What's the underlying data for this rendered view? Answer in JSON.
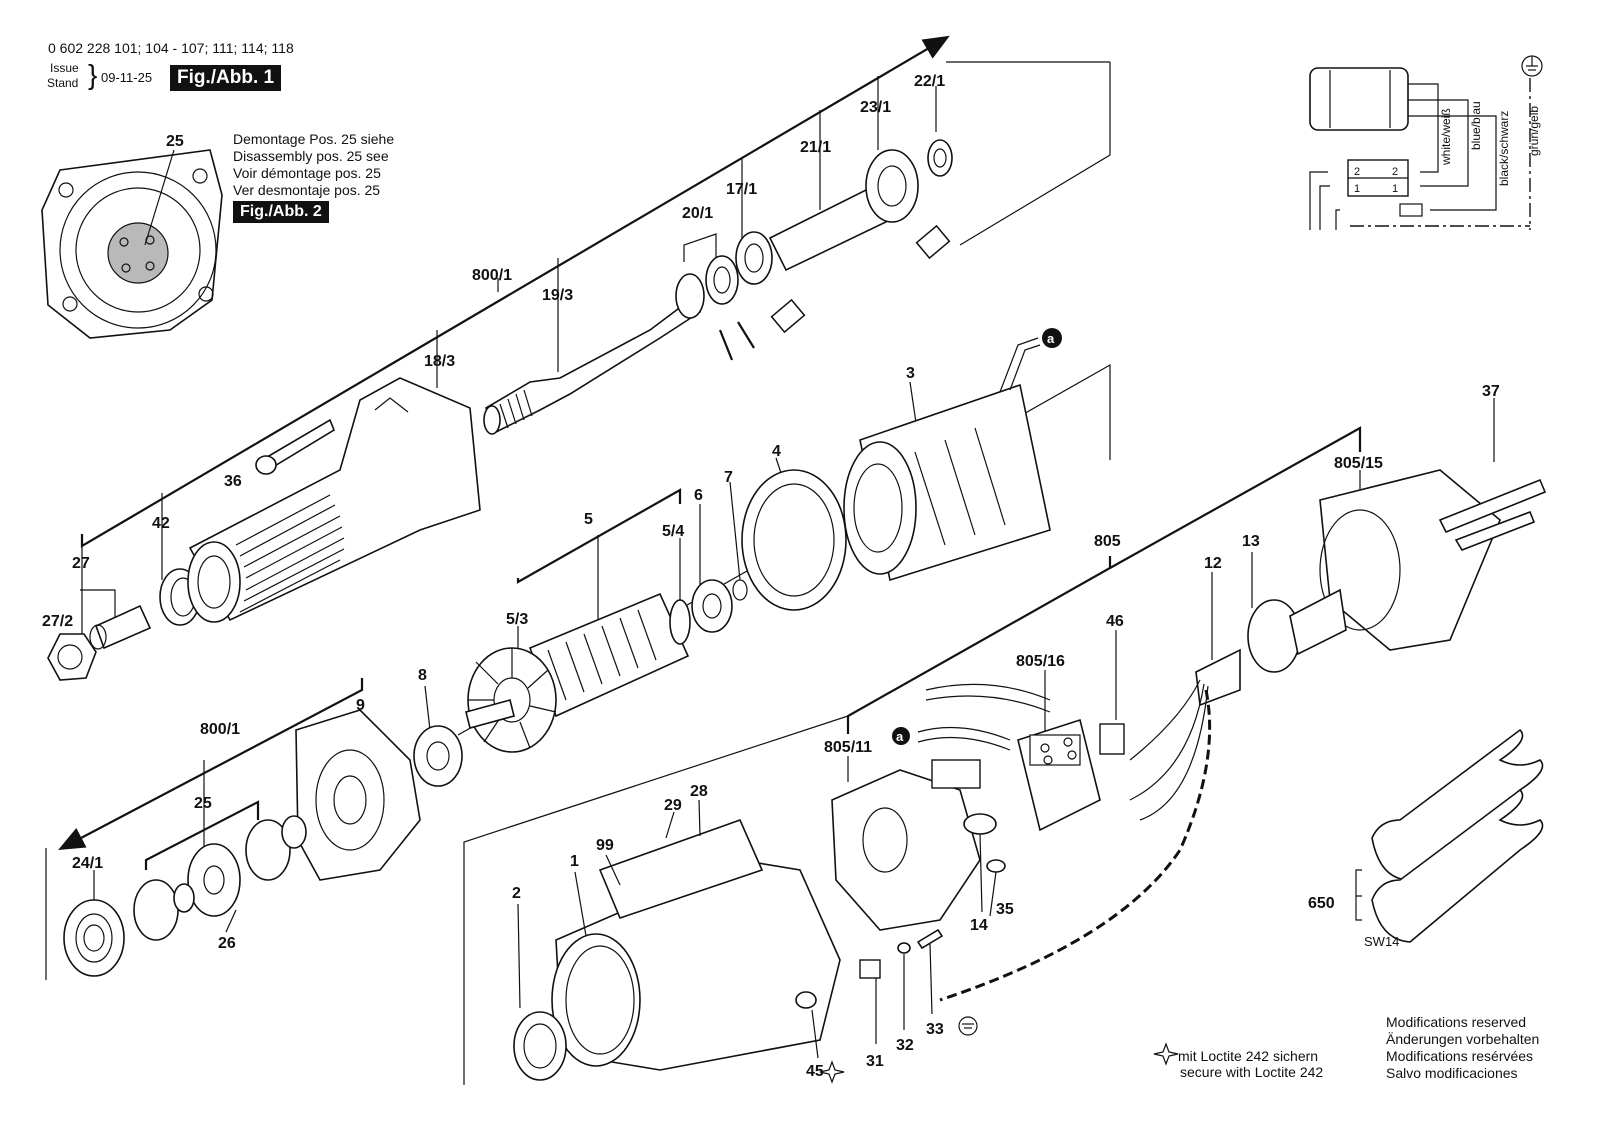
{
  "header": {
    "part_numbers": "0 602 228 101; 104 - 107; 111; 114; 118",
    "issue_label": "Issue",
    "stand_label": "Stand",
    "date": "09-11-25",
    "fig_label": "Fig./Abb. 1"
  },
  "detail_note": {
    "lines": [
      "Demontage Pos. 25 siehe",
      "Disassembly pos. 25 see",
      "Voir démontage pos. 25",
      "Ver desmontaje pos. 25"
    ],
    "fig_ref": "Fig./Abb. 2"
  },
  "wiring": {
    "wires": [
      "white/weiß",
      "blue/blau",
      "black/schwarz",
      "grün/gelb"
    ],
    "terminals": [
      "2",
      "2",
      "1",
      "1"
    ]
  },
  "labels": {
    "p25_top": "25",
    "p22_1": "22/1",
    "p23_1": "23/1",
    "p21_1": "21/1",
    "p17_1": "17/1",
    "p20_1": "20/1",
    "p800_1_top": "800/1",
    "p19_3": "19/3",
    "p18_3": "18/3",
    "p36": "36",
    "p42": "42",
    "p27": "27",
    "p27_2": "27/2",
    "p3": "3",
    "p4": "4",
    "p7": "7",
    "p6": "6",
    "p5": "5",
    "p5_4": "5/4",
    "p5_3": "5/3",
    "p37": "37",
    "p805_15": "805/15",
    "p805": "805",
    "p12": "12",
    "p13": "13",
    "p46": "46",
    "p805_16": "805/16",
    "p805_11": "805/11",
    "p8": "8",
    "p9": "9",
    "p800_1_bot": "800/1",
    "p25_bot": "25",
    "p24_1": "24/1",
    "p26": "26",
    "p2": "2",
    "p1": "1",
    "p99": "99",
    "p29": "29",
    "p28": "28",
    "p14": "14",
    "p35": "35",
    "p31": "31",
    "p32": "32",
    "p33": "33",
    "p45": "45",
    "p650": "650",
    "a_top": "a",
    "a_bot": "a"
  },
  "wrench_size": "SW14",
  "loctite_note": [
    "mit Loctite 242 sichern",
    "secure with Loctite 242"
  ],
  "modifications": [
    "Modifications reserved",
    "Änderungen vorbehalten",
    "Modifications resérvées",
    "Salvo modificaciones"
  ]
}
